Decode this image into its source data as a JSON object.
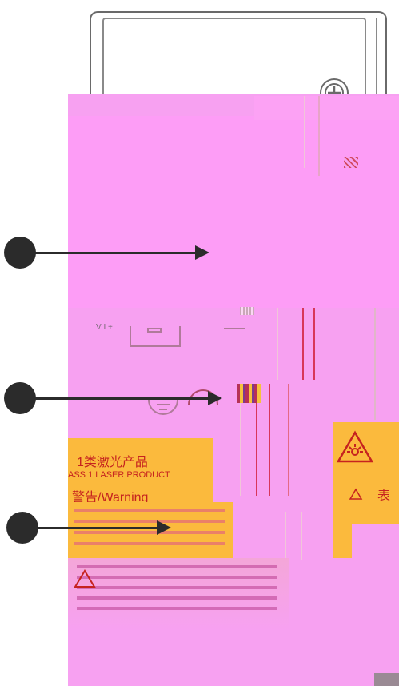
{
  "label": {
    "line1": "1类激光产品",
    "line2": "ASS 1 LASER PRODUCT",
    "line3": "警告/Warning",
    "right_fragment": "表"
  },
  "markings": {
    "left_small": "V I +"
  },
  "colors": {
    "pink": "#f7a1f1",
    "orange_label": "#fbba3d",
    "label_text": "#c6231f",
    "callout": "#2b2b2b",
    "stripe": "#d8365a"
  },
  "icons": [
    "screw-icon",
    "laser-warning-icon",
    "warning-triangle-icon"
  ]
}
